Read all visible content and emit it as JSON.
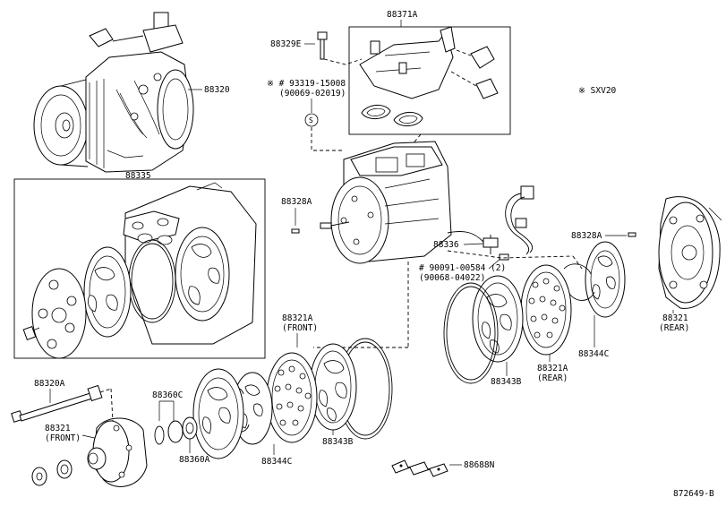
{
  "diagram_id": "872649-B",
  "model_note": "※ SXV20",
  "labels": {
    "p88371A": "88371A",
    "p88329E": "88329E",
    "p88320": "88320",
    "p93319_15008": "※ # 93319-15008",
    "p90069_02019": "(90069-02019)",
    "s_mark": "S",
    "p88335": "88335",
    "p88328A_left": "88328A",
    "p88328A_right": "88328A",
    "p88336": "88336",
    "p90091_00584": "# 90091-00584 (2)",
    "p90068_04022": "(90068-04022)",
    "p88321_rear": "88321",
    "p88321_rear_sub": "(REAR)",
    "p88321A_front": "88321A",
    "p88321A_front_sub": "(FRONT)",
    "p88344C_right": "88344C",
    "p88321A_rear": "88321A",
    "p88321A_rear_sub": "(REAR)",
    "p88343B_right": "88343B",
    "p88320A": "88320A",
    "p88360C": "88360C",
    "p88321_front": "88321",
    "p88321_front_sub": "(FRONT)",
    "p88360A": "88360A",
    "p88344C_left": "88344C",
    "p88343B_left": "88343B",
    "p88688N": "88688N"
  }
}
